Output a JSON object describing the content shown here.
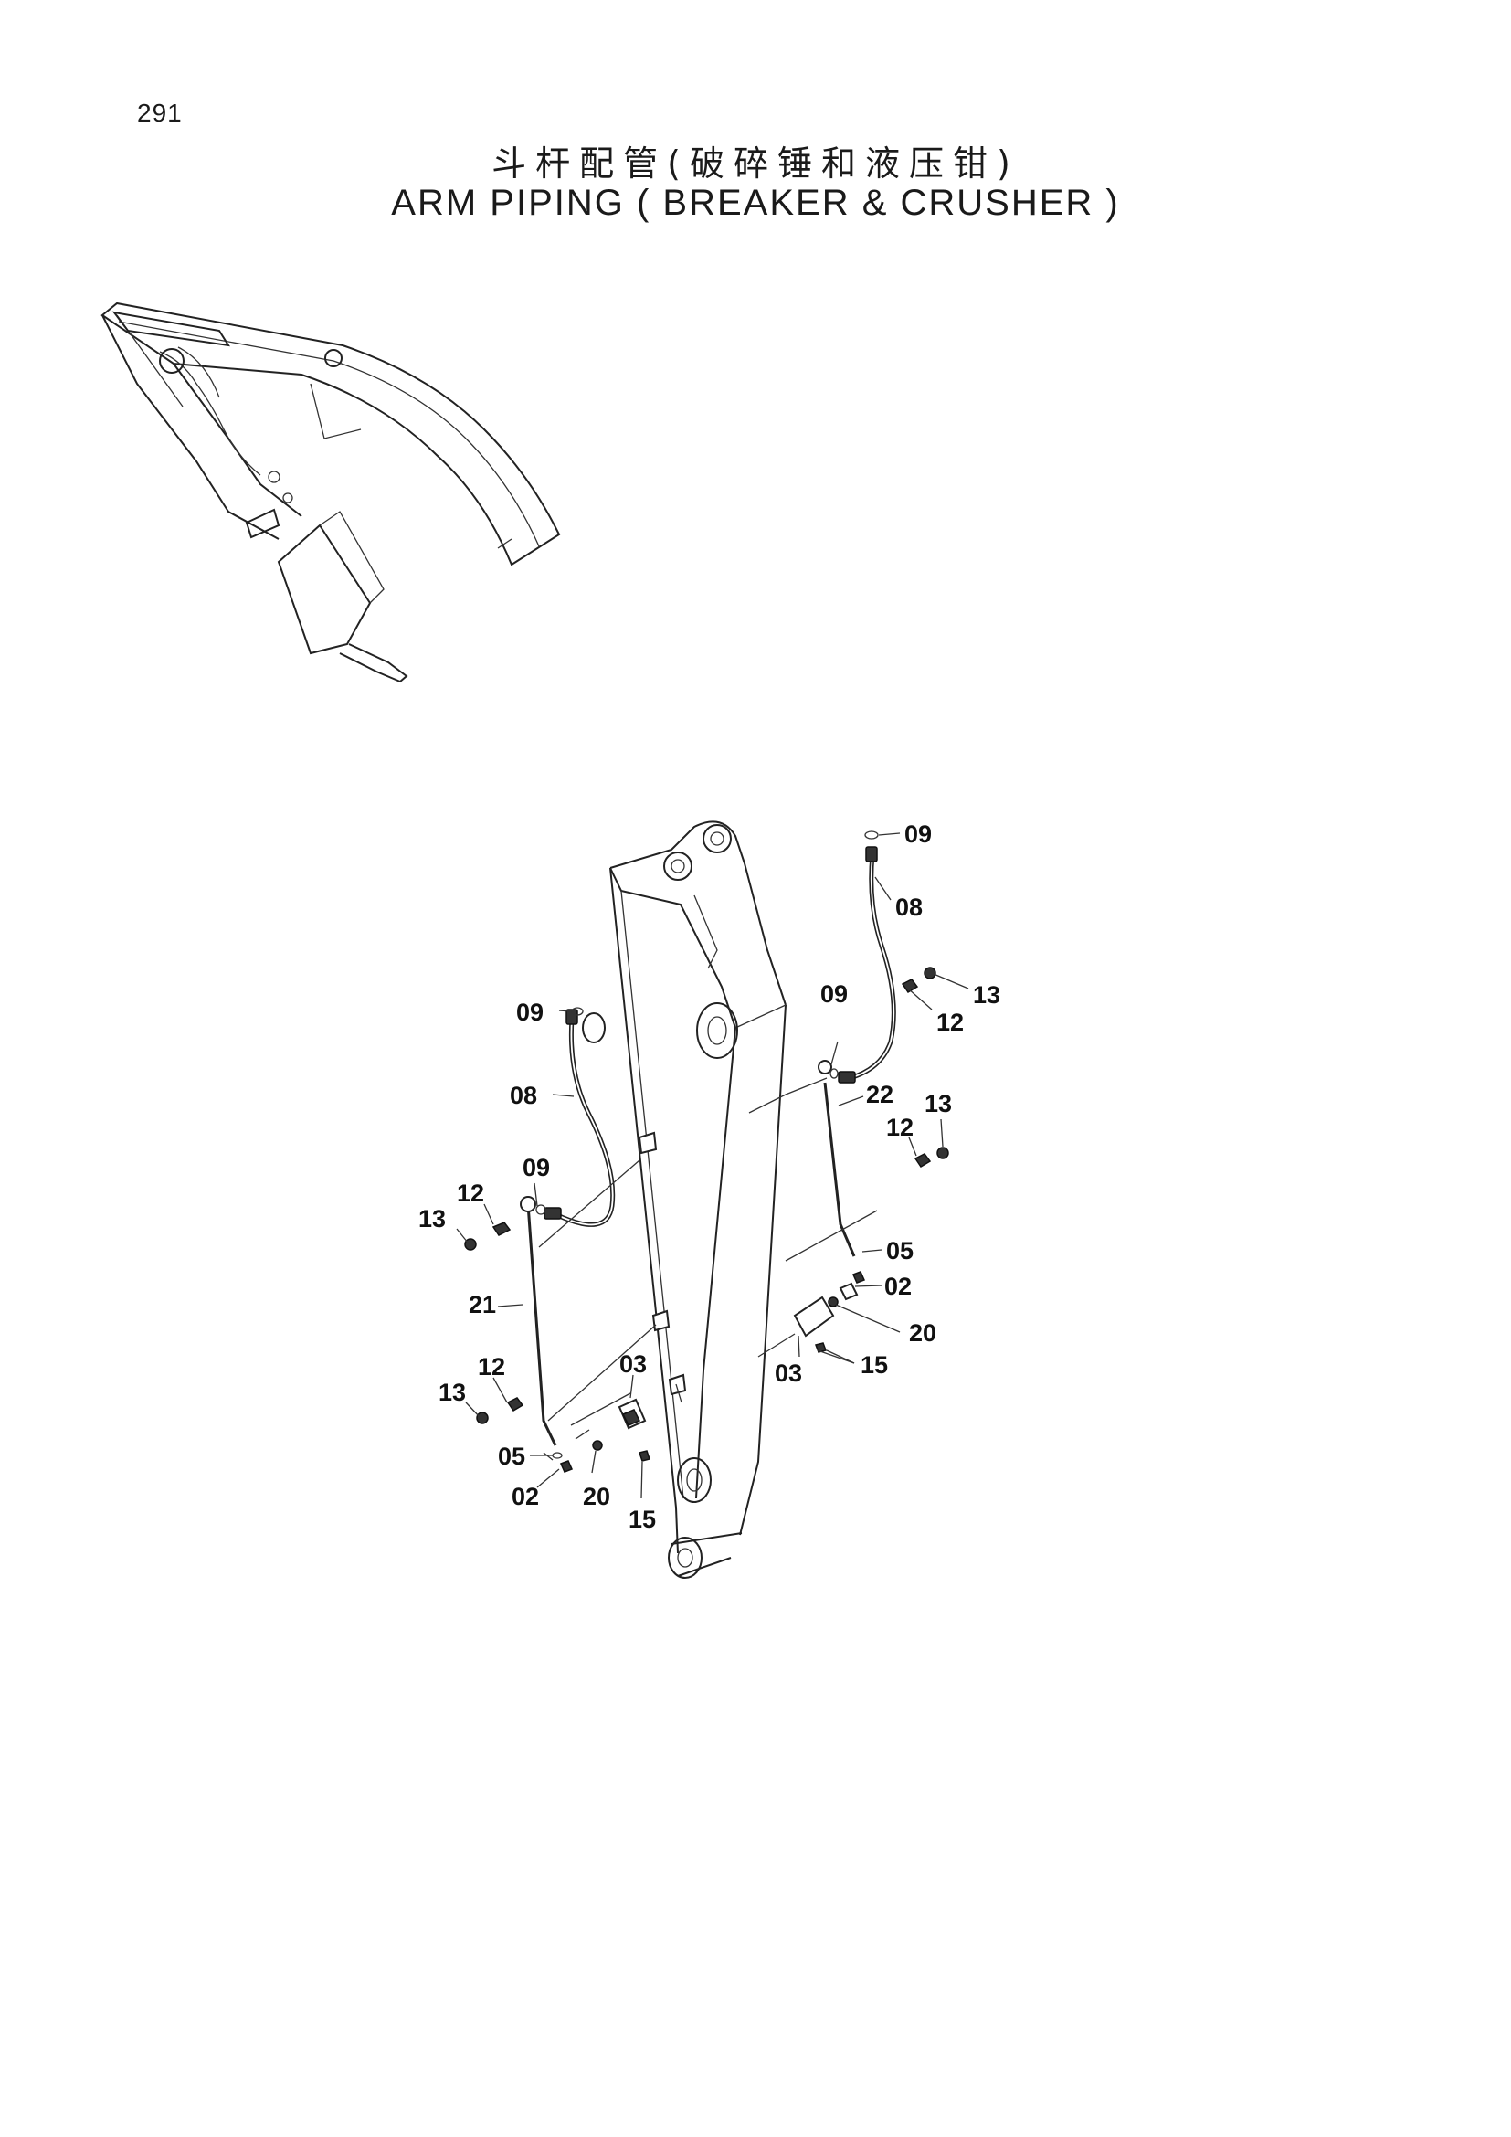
{
  "page_number": "291",
  "title_cn": "斗杆配管(破碎锤和液压钳)",
  "title_en": "ARM PIPING ( BREAKER & CRUSHER )",
  "callouts": [
    {
      "id": "c-09-tr",
      "label": "09"
    },
    {
      "id": "c-08-tr",
      "label": "08"
    },
    {
      "id": "c-13-tr",
      "label": "13"
    },
    {
      "id": "c-12-tr",
      "label": "12"
    },
    {
      "id": "c-09-mr",
      "label": "09"
    },
    {
      "id": "c-22",
      "label": "22"
    },
    {
      "id": "c-13-mr",
      "label": "13"
    },
    {
      "id": "c-12-mr",
      "label": "12"
    },
    {
      "id": "c-09-tl",
      "label": "09"
    },
    {
      "id": "c-08-tl",
      "label": "08"
    },
    {
      "id": "c-09-ml",
      "label": "09"
    },
    {
      "id": "c-12-ml",
      "label": "12"
    },
    {
      "id": "c-13-ml",
      "label": "13"
    },
    {
      "id": "c-21",
      "label": "21"
    },
    {
      "id": "c-12-bl",
      "label": "12"
    },
    {
      "id": "c-13-bl",
      "label": "13"
    },
    {
      "id": "c-03-bl",
      "label": "03"
    },
    {
      "id": "c-05-bl",
      "label": "05"
    },
    {
      "id": "c-02-bl",
      "label": "02"
    },
    {
      "id": "c-20-bl",
      "label": "20"
    },
    {
      "id": "c-15-bl",
      "label": "15"
    },
    {
      "id": "c-05-br",
      "label": "05"
    },
    {
      "id": "c-02-br",
      "label": "02"
    },
    {
      "id": "c-20-br",
      "label": "20"
    },
    {
      "id": "c-03-br",
      "label": "03"
    },
    {
      "id": "c-15-br",
      "label": "15"
    }
  ]
}
